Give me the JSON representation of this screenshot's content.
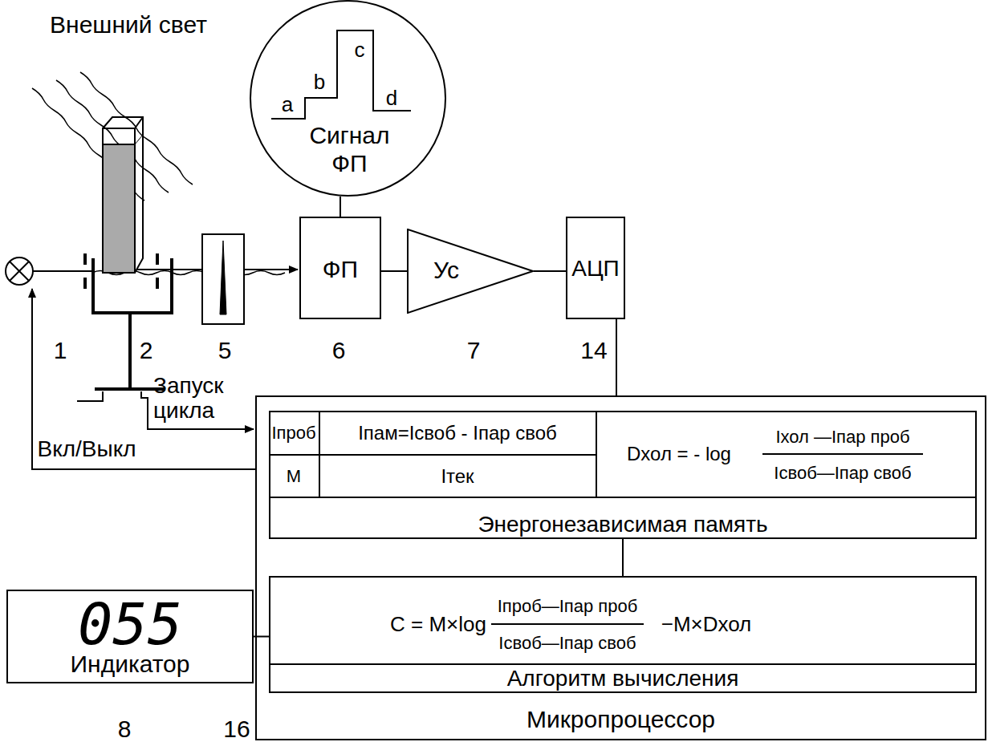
{
  "diagram": {
    "nodes": [
      {
        "text": [
          "Сигнал ФП"
        ]
      },
      {
        "text": [
          "ФП"
        ]
      },
      {
        "text": [
          "Ус"
        ]
      },
      {
        "text": [
          "АЦП"
        ]
      },
      {
        "text": [
          "Микропроцессор"
        ]
      },
      {
        "text": [
          "Энергонезависимая память"
        ],
        "in": 4
      },
      {
        "text": [
          "Алгоритм вычисления"
        ],
        "in": 4
      },
      {
        "text": [
          "055",
          "Индикатор"
        ]
      }
    ],
    "edges": [
      {
        "from": 0,
        "to": 1,
        "arrow": "none"
      },
      {
        "from": 1,
        "to": 2,
        "arrow": "none"
      },
      {
        "from": 2,
        "to": 3,
        "arrow": "none"
      },
      {
        "from": 3,
        "to": 4,
        "arrow": "none"
      },
      {
        "from": 5,
        "to": 6,
        "arrow": "none"
      },
      {
        "from": 7,
        "to": 6,
        "arrow": "none"
      }
    ],
    "labels": [
      "Внешний свет",
      "a",
      "b",
      "c",
      "d",
      "1",
      "2",
      "5",
      "6",
      "7",
      "14",
      "Запуск цикла",
      "Вкл/Выкл",
      "Iпроб",
      "Iпам=Iсвоб - Iпар своб",
      "M",
      "Iтек",
      "Dхол = - log",
      "Iхол —Iпар проб",
      "Iсвоб—Iпар своб",
      "C = M×log",
      "Iпроб—Iпар проб",
      "Iсвоб—Iпар своб",
      "−M×Dхол",
      "8",
      "16"
    ]
  }
}
